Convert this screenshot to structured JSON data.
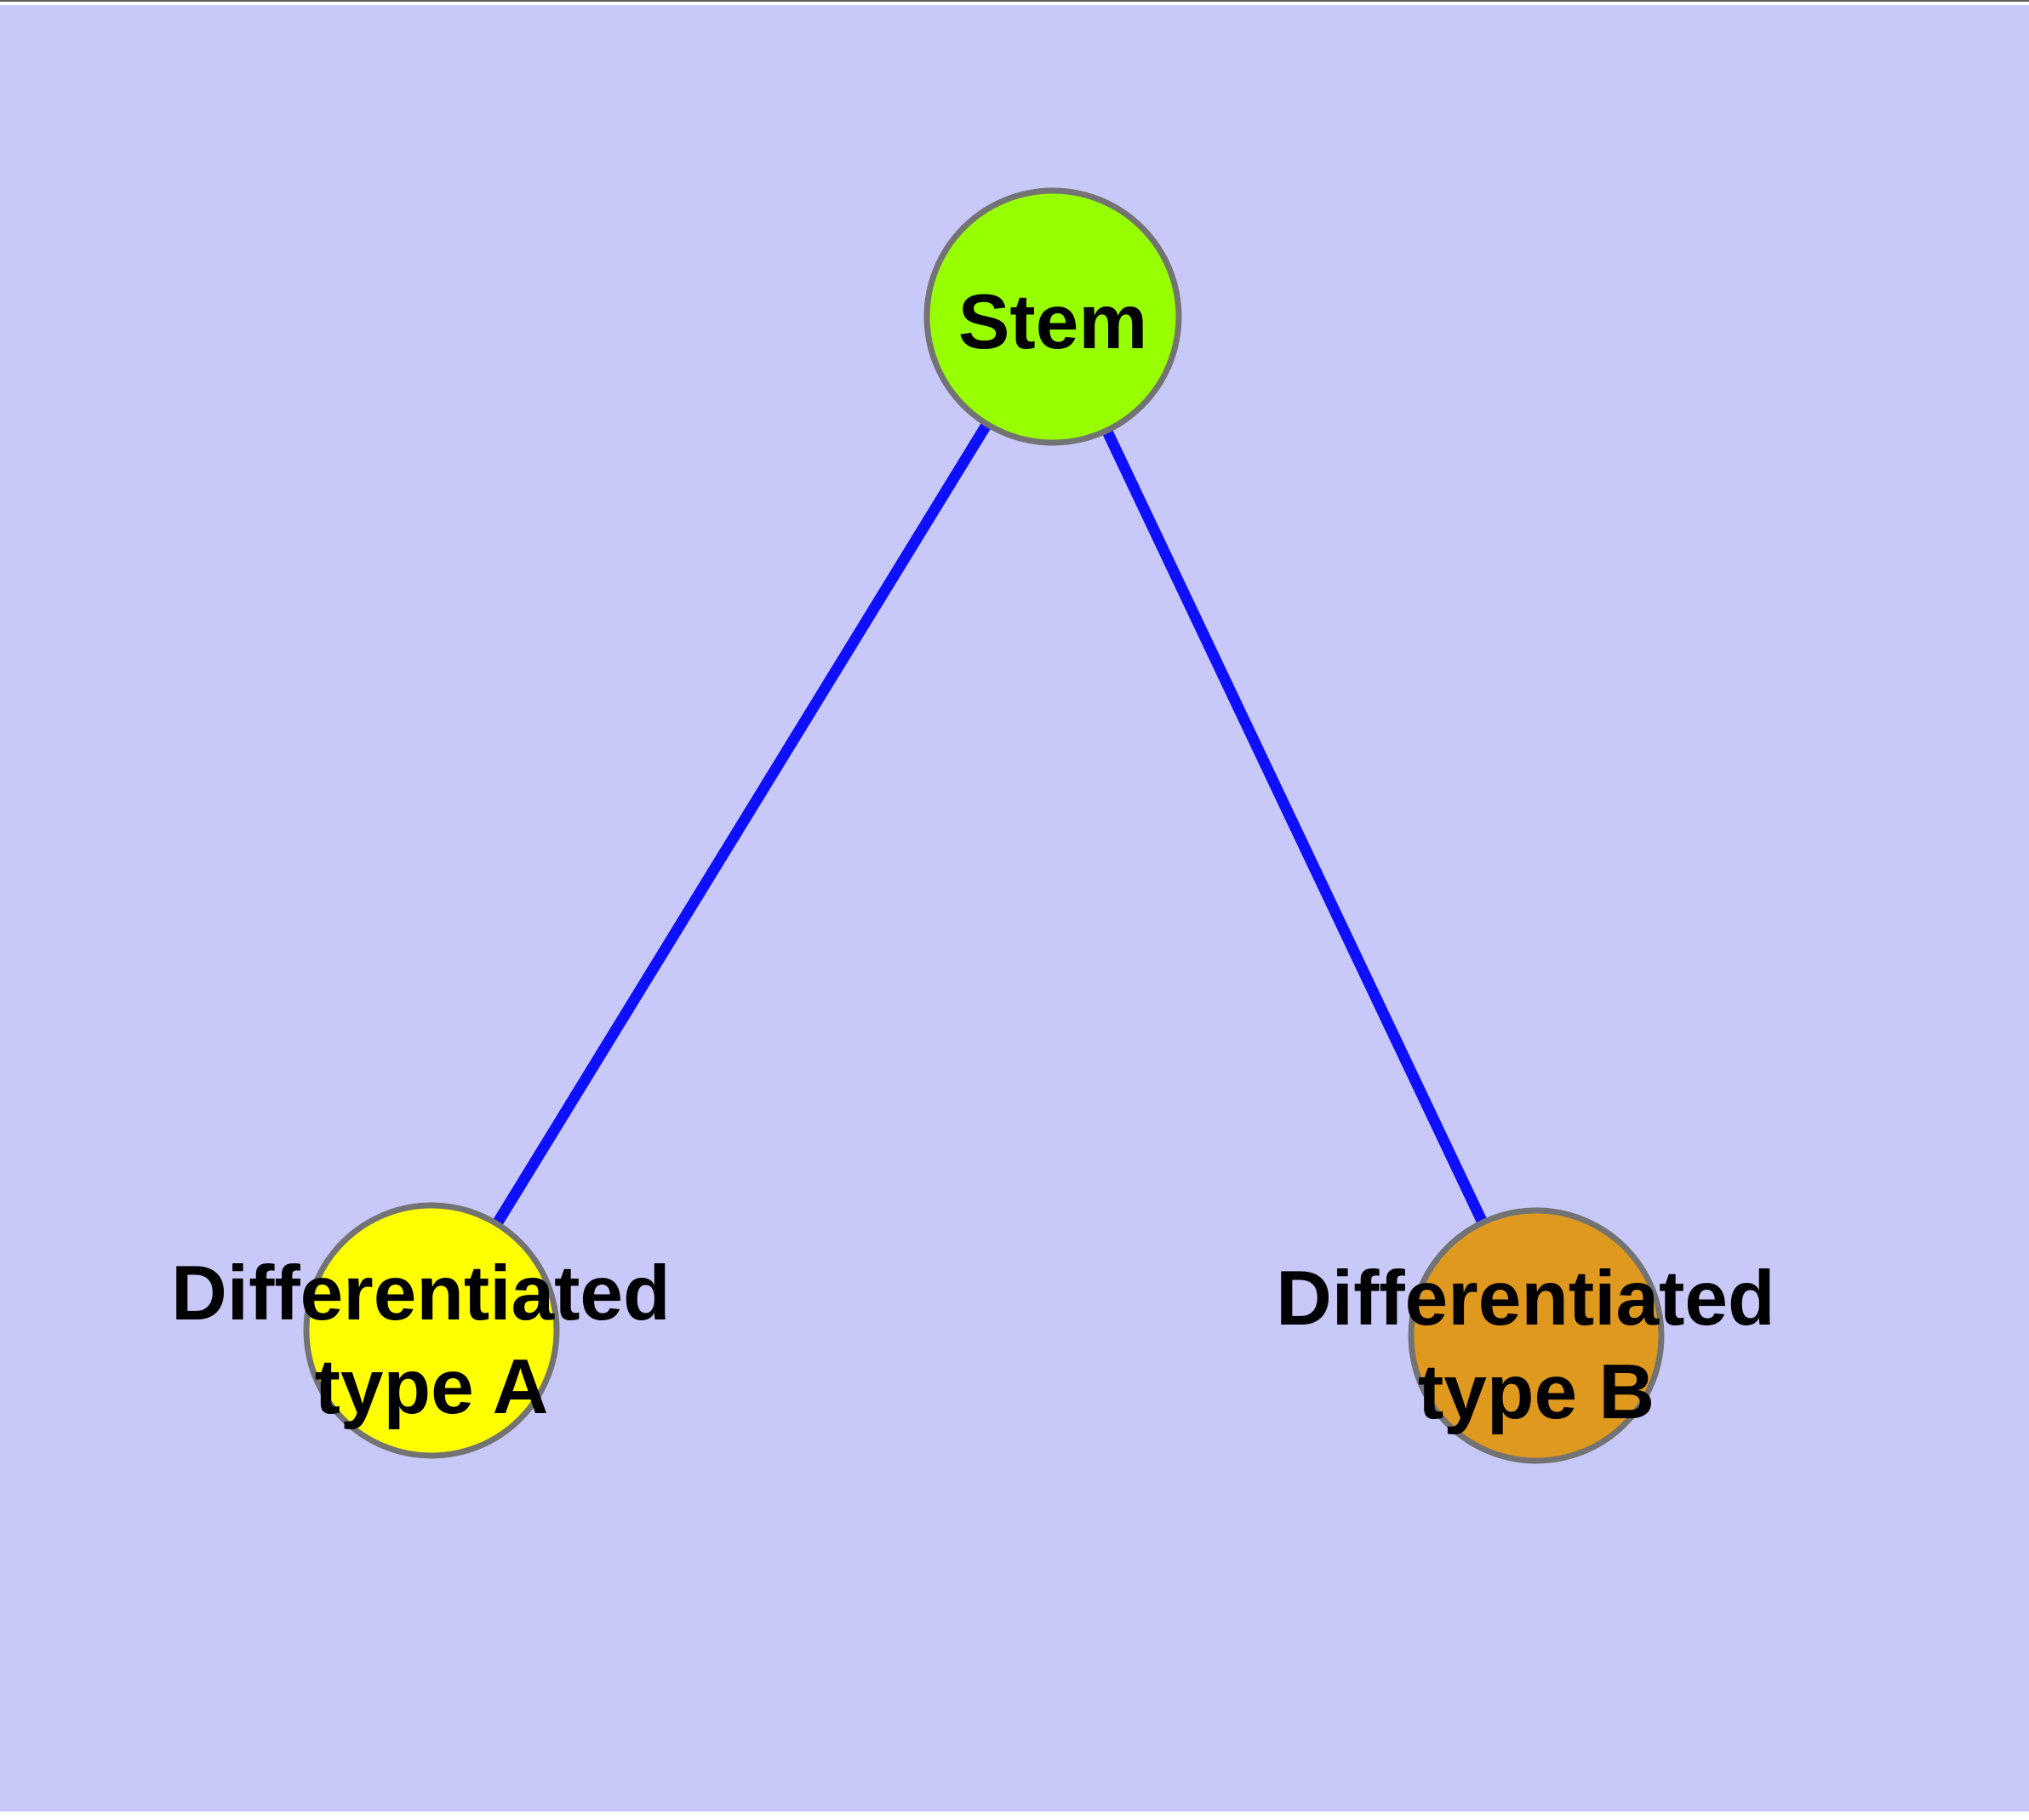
{
  "diagram": {
    "description": "Cell differentiation graph: a stem node with two differentiated child nodes",
    "colors": {
      "background": "#c9c9f9",
      "page_margin": "#ffffff",
      "top_edge_line": "#606060",
      "edge": "#0f0fff",
      "node_border": "#737373",
      "label_text": "#000000",
      "stem_fill": "#97ff00",
      "type_a_fill": "#ffff00",
      "type_b_fill": "#e0991f"
    },
    "nodes": {
      "stem": {
        "label": "Stem",
        "fill": "#97ff00"
      },
      "type_a": {
        "label_line1": "Differentiated",
        "label_line2": "type A",
        "fill": "#ffff00"
      },
      "type_b": {
        "label_line1": "Differentiated",
        "label_line2": "type B",
        "fill": "#e0991f"
      }
    },
    "edges": [
      {
        "from": "Stem",
        "to": "Differentiated type A"
      },
      {
        "from": "Stem",
        "to": "Differentiated type B"
      }
    ]
  }
}
